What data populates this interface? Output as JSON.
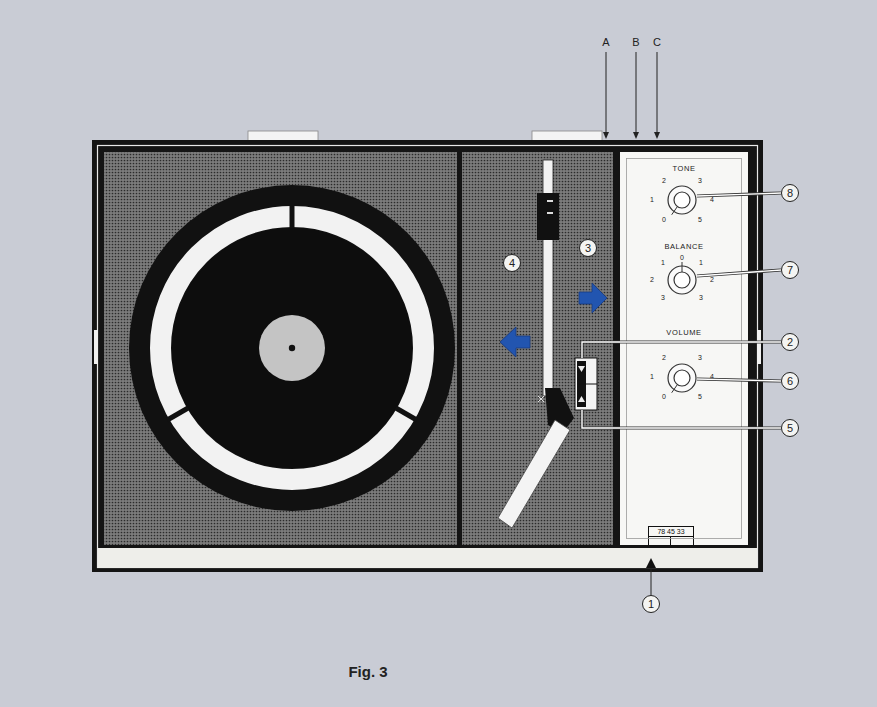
{
  "diagram": {
    "caption": "Fig. 3",
    "nodes": [
      {
        "text": [
          "TONE",
          "BALANCE",
          "VOLUME"
        ]
      },
      {
        "text": [
          "8"
        ]
      },
      {
        "text": [
          "3"
        ]
      },
      {
        "text": [
          "4"
        ]
      },
      {
        "text": [
          "7"
        ]
      },
      {
        "text": [
          "2"
        ]
      },
      {
        "text": [
          "6"
        ]
      },
      {
        "text": [
          "5"
        ]
      },
      {
        "text": [
          "78 45 33"
        ]
      },
      {
        "text": [
          "1"
        ]
      }
    ],
    "labels": [
      "A",
      "B",
      "C",
      "2",
      "3",
      "1",
      "4",
      "0",
      "5",
      "0",
      "1",
      "1",
      "2",
      "2",
      "3",
      "3",
      "2",
      "3",
      "1",
      "4",
      "0",
      "5"
    ]
  }
}
